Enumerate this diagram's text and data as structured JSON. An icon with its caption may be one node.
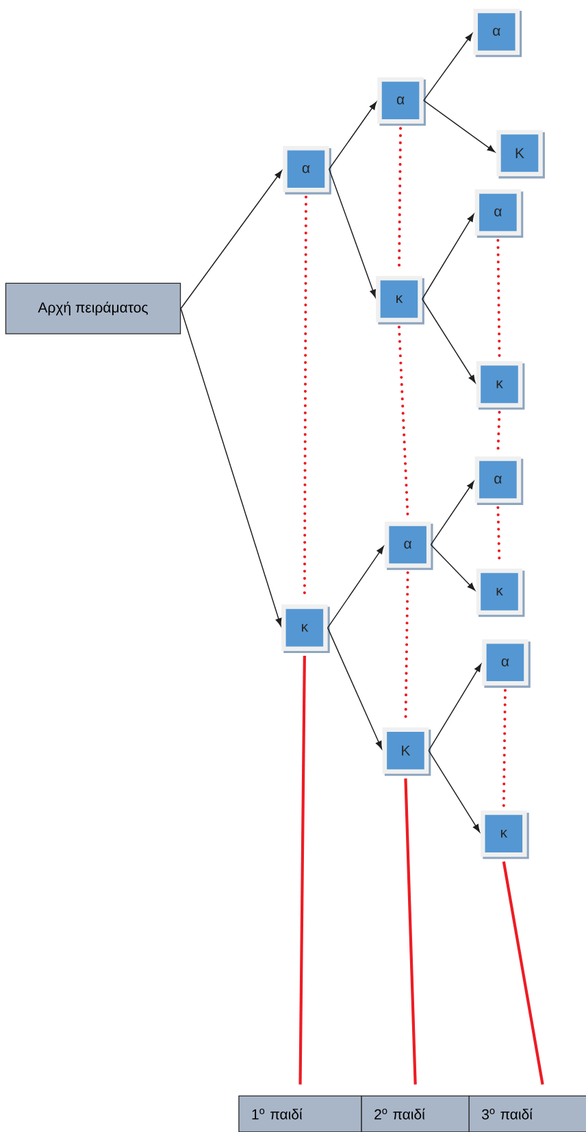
{
  "diagram": {
    "nodes": [
      {
        "text": [
          "Αρχή πειράματος"
        ]
      },
      {
        "text": [
          "α"
        ]
      },
      {
        "text": [
          "κ"
        ]
      },
      {
        "text": [
          "α"
        ]
      },
      {
        "text": [
          "κ"
        ]
      },
      {
        "text": [
          "α"
        ]
      },
      {
        "text": [
          "Κ"
        ]
      },
      {
        "text": [
          "α"
        ]
      },
      {
        "text": [
          "Κ"
        ]
      },
      {
        "text": [
          "α"
        ]
      },
      {
        "text": [
          "κ"
        ]
      },
      {
        "text": [
          "α"
        ]
      },
      {
        "text": [
          "κ"
        ]
      },
      {
        "text": [
          "α"
        ]
      },
      {
        "text": [
          "κ"
        ]
      },
      {
        "text": [
          "1$^{ο}$ παιδί"
        ]
      },
      {
        "text": [
          "2$^{ο}$ παιδί"
        ]
      },
      {
        "text": [
          "3$^{ο}$ παιδί"
        ]
      }
    ],
    "edges": [
      {
        "from": 0,
        "to": 1,
        "arrow": "to"
      },
      {
        "from": 0,
        "to": 2,
        "arrow": "to"
      },
      {
        "from": 1,
        "to": 3,
        "arrow": "to"
      },
      {
        "from": 1,
        "to": 4,
        "arrow": "to"
      },
      {
        "from": 3,
        "to": 7,
        "arrow": "to"
      },
      {
        "from": 3,
        "to": 8,
        "arrow": "to"
      },
      {
        "from": 4,
        "to": 9,
        "arrow": "to"
      },
      {
        "from": 4,
        "to": 10,
        "arrow": "to"
      },
      {
        "from": 2,
        "to": 5,
        "arrow": "to"
      },
      {
        "from": 2,
        "to": 6,
        "arrow": "to"
      },
      {
        "from": 5,
        "to": 11,
        "arrow": "to"
      },
      {
        "from": 5,
        "to": 12,
        "arrow": "to"
      },
      {
        "from": 6,
        "to": 13,
        "arrow": "to"
      },
      {
        "from": 6,
        "to": 14,
        "arrow": "to"
      },
      {
        "from": 1,
        "to": 2,
        "arrow": "none",
        "style": "dashed",
        "color": "#ed1c24"
      },
      {
        "from": 3,
        "to": 4,
        "arrow": "none",
        "style": "dashed",
        "color": "#ed1c24"
      },
      {
        "from": 4,
        "to": 5,
        "arrow": "none",
        "style": "dashed",
        "color": "#ed1c24"
      },
      {
        "from": 5,
        "to": 6,
        "arrow": "none",
        "style": "dashed",
        "color": "#ed1c24"
      },
      {
        "from": 9,
        "to": 10,
        "arrow": "none",
        "style": "dashed",
        "color": "#ed1c24"
      },
      {
        "from": 10,
        "to": 11,
        "arrow": "none",
        "style": "dashed",
        "color": "#ed1c24"
      },
      {
        "from": 11,
        "to": 12,
        "arrow": "none",
        "style": "dashed",
        "color": "#ed1c24"
      },
      {
        "from": 13,
        "to": 14,
        "arrow": "none",
        "style": "dashed",
        "color": "#ed1c24"
      },
      {
        "from": 2,
        "to": 15,
        "arrow": "none",
        "style": "thick",
        "color": "#ed1c24"
      },
      {
        "from": 6,
        "to": 16,
        "arrow": "none",
        "style": "thick",
        "color": "#ed1c24"
      },
      {
        "from": 14,
        "to": 17,
        "arrow": "none",
        "style": "thick",
        "color": "#ed1c24"
      }
    ]
  }
}
